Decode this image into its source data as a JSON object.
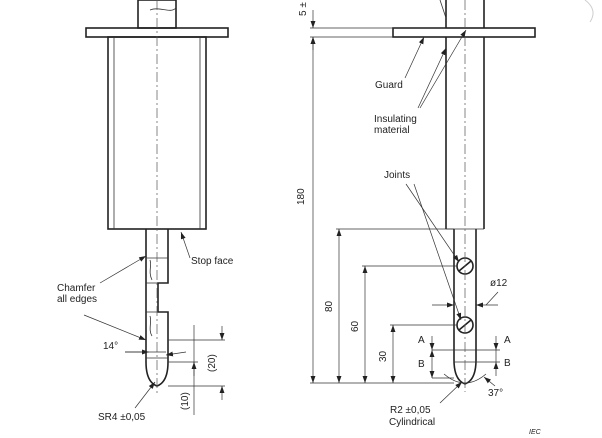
{
  "labels": {
    "stop_face": "Stop face",
    "chamfer_line1": "Chamfer",
    "chamfer_line2": "all edges",
    "angle_14": "14°",
    "dim_20": "(20)",
    "dim_10": "(10)",
    "sr4": "SR4 ±0,05",
    "dim_5": "5 ±",
    "guard": "Guard",
    "insulating_line1": "Insulating",
    "insulating_line2": "material",
    "joints": "Joints",
    "dim_180": "180",
    "dim_80": "80",
    "dim_60": "60",
    "dim_30": "30",
    "dim_a_left": "A",
    "dim_b_left": "B",
    "dim_a_right": "A",
    "dim_b_right": "B",
    "dia_12": "ø12",
    "angle_37": "37°",
    "r2_line1": "R2 ±0,05",
    "r2_line2": "Cylindrical",
    "iec": "IEC"
  }
}
